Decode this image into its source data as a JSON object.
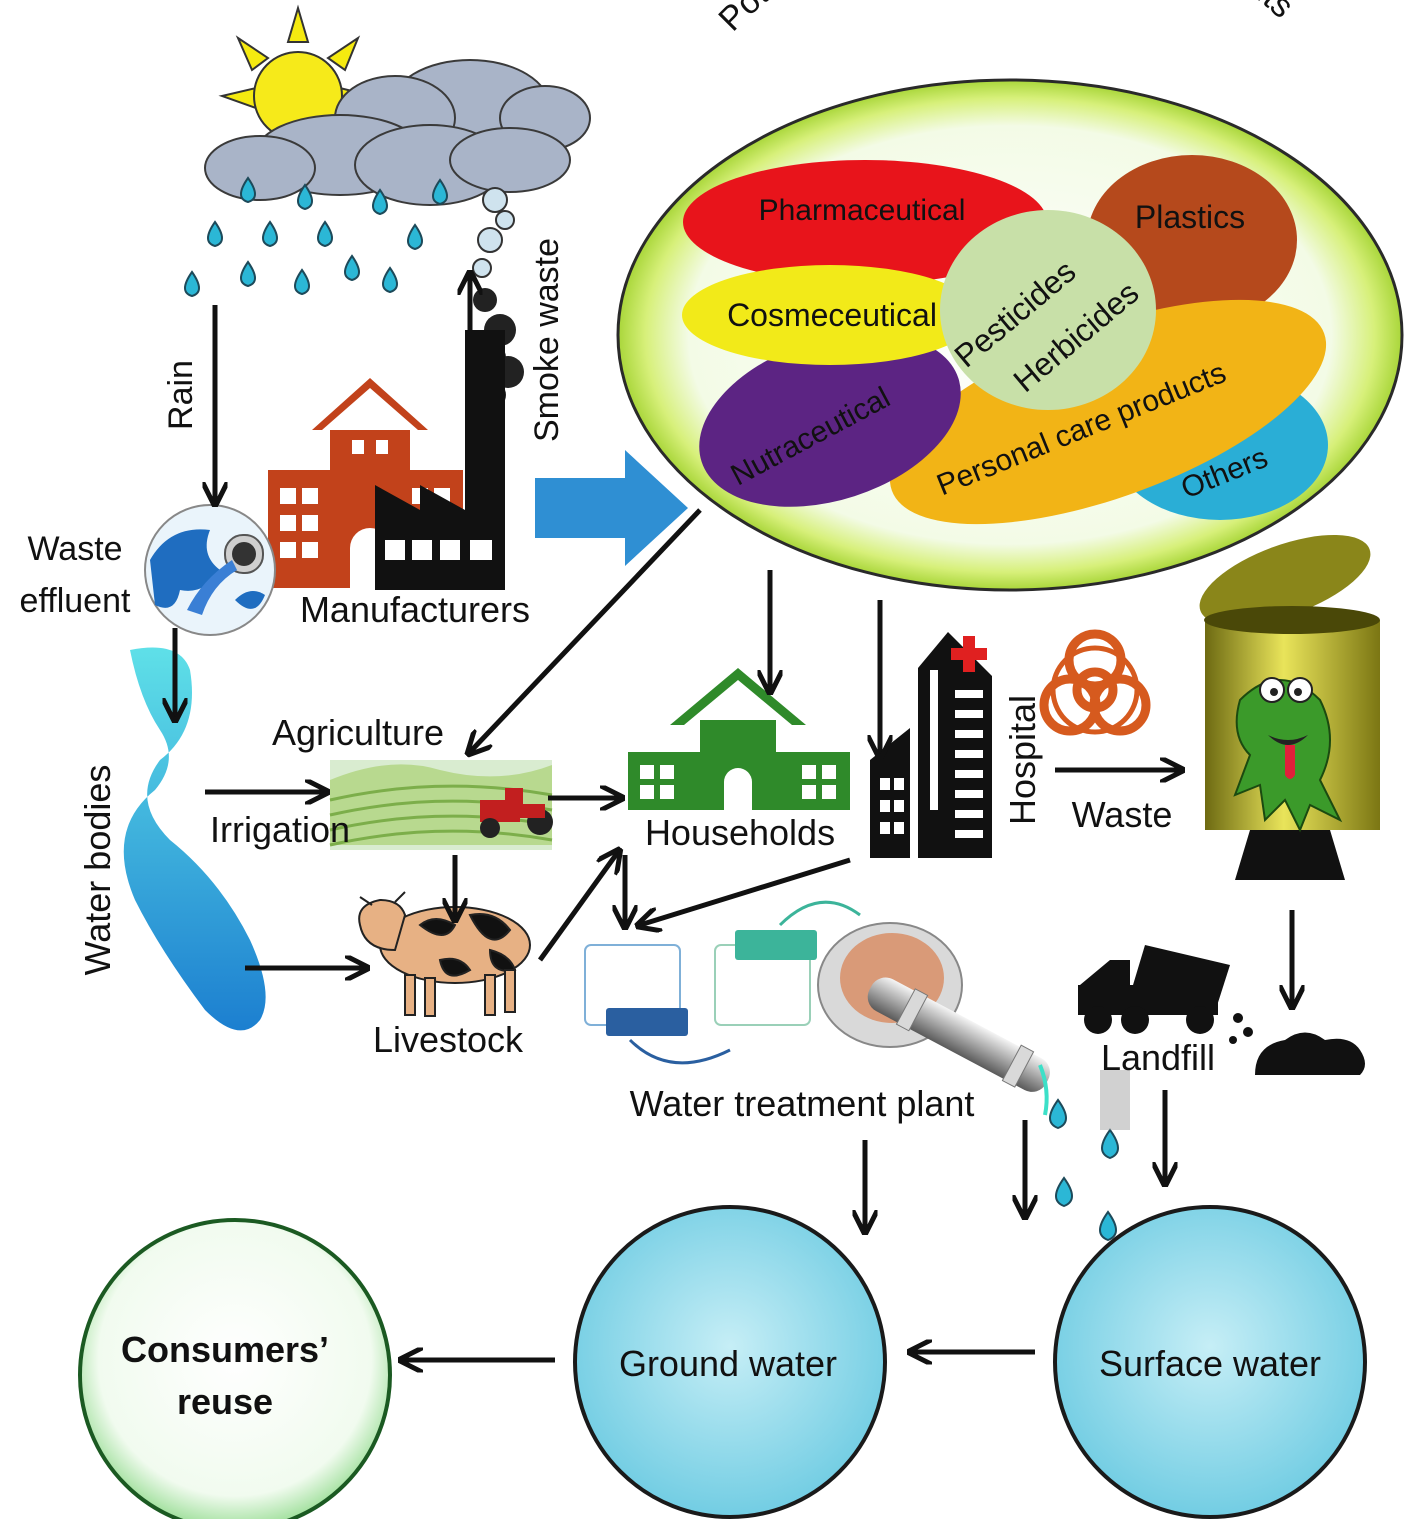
{
  "title": "Potential sources of emerging pollutants",
  "sources": {
    "pharmaceutical": "Pharmaceutical",
    "plastics": "Plastics",
    "cosmeceutical": "Cosmeceutical",
    "pesticides": "Pesticides",
    "herbicides": "Herbicides",
    "nutraceutical": "Nutraceutical",
    "personal_care": "Personal care products",
    "others": "Others"
  },
  "nodes": {
    "rain": "Rain",
    "smoke_waste": "Smoke waste",
    "waste_effluent_1": "Waste",
    "waste_effluent_2": "effluent",
    "manufacturers": "Manufacturers",
    "water_bodies": "Water bodies",
    "agriculture": "Agriculture",
    "irrigation": "Irrigation",
    "households": "Households",
    "hospital": "Hospital",
    "waste": "Waste",
    "livestock": "Livestock",
    "landfill": "Landfill",
    "water_treatment_plant": "Water treatment plant",
    "consumers_reuse_1": "Consumers’",
    "consumers_reuse_2": "reuse",
    "ground_water": "Ground water",
    "surface_water": "Surface water"
  },
  "colors": {
    "pharmaceutical": "#e8141b",
    "plastics": "#b5491c",
    "cosmeceutical": "#f2ea19",
    "pesticides_herbicides": "#c8e0a8",
    "nutraceutical": "#5c2483",
    "personal_care": "#f2b416",
    "others": "#2aaed6",
    "manufacturer": "#c2421b",
    "household": "#2f8a2a",
    "water_circle": "#7fd3e6"
  }
}
